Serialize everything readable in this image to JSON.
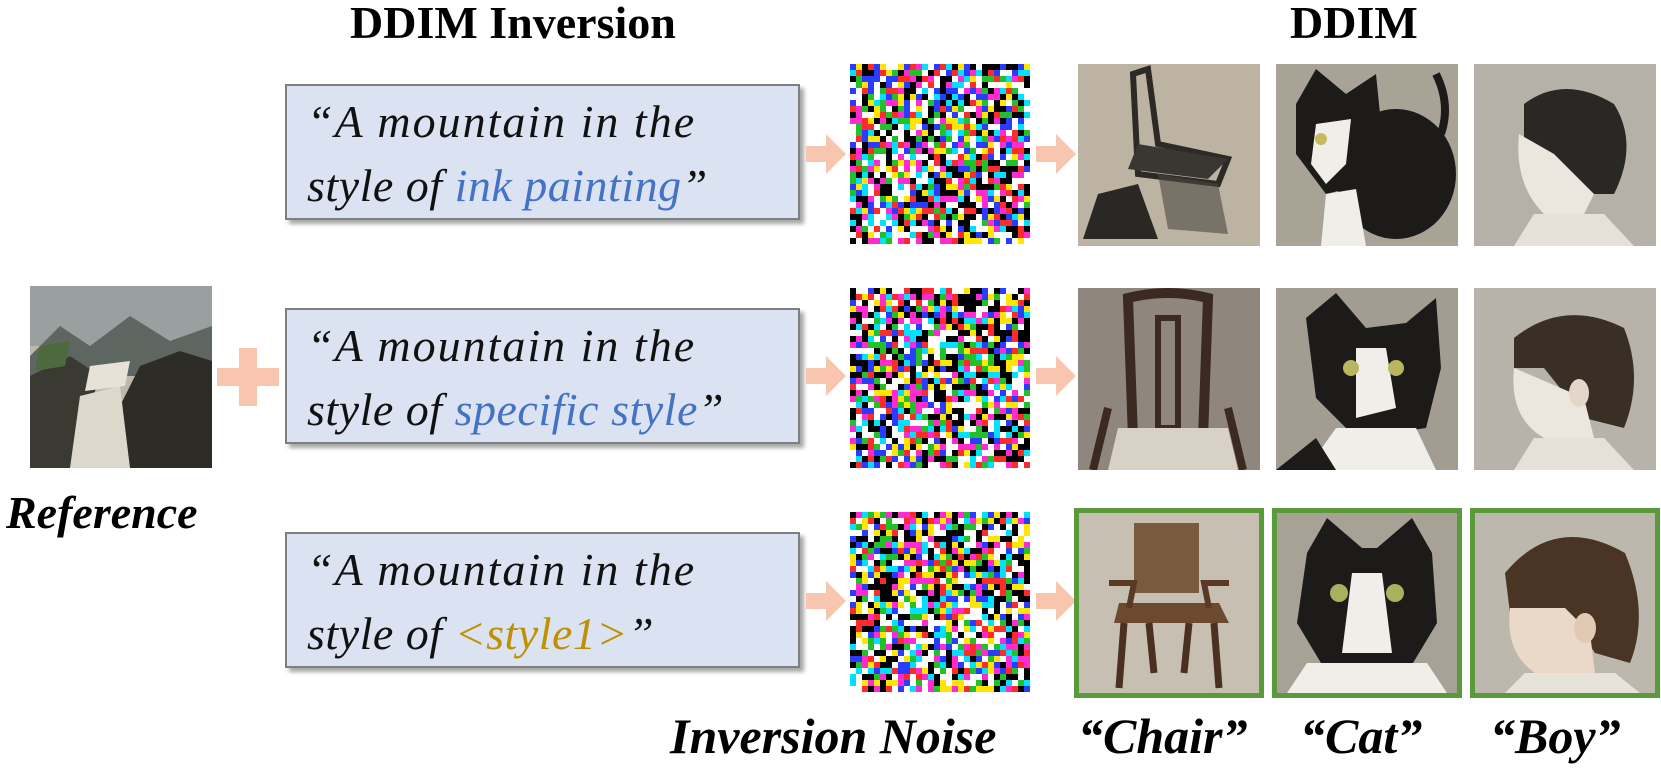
{
  "headers": {
    "left": "DDIM Inversion",
    "right": "DDIM"
  },
  "reference": {
    "label": "Reference"
  },
  "prompts": [
    {
      "prefix": "“A mountain in the",
      "style_of": "style of ",
      "style": "ink painting",
      "suffix": "”",
      "style_color": "#4472c4"
    },
    {
      "prefix": "“A mountain in the",
      "style_of": "style of ",
      "style": "specific style",
      "suffix": "”",
      "style_color": "#4472c4"
    },
    {
      "prefix": "“A mountain in the",
      "style_of": "style of ",
      "style": "<style1>",
      "suffix": "”",
      "style_color": "#bf9000"
    }
  ],
  "captions": {
    "noise": "Inversion Noise",
    "c1": "“Chair”",
    "c2": "“Cat”",
    "c3": "“Boy”"
  },
  "colors": {
    "arrow": "#f8c6ae",
    "prompt_bg": "#dbe3f2",
    "selected_border": "#5a9a3a"
  }
}
